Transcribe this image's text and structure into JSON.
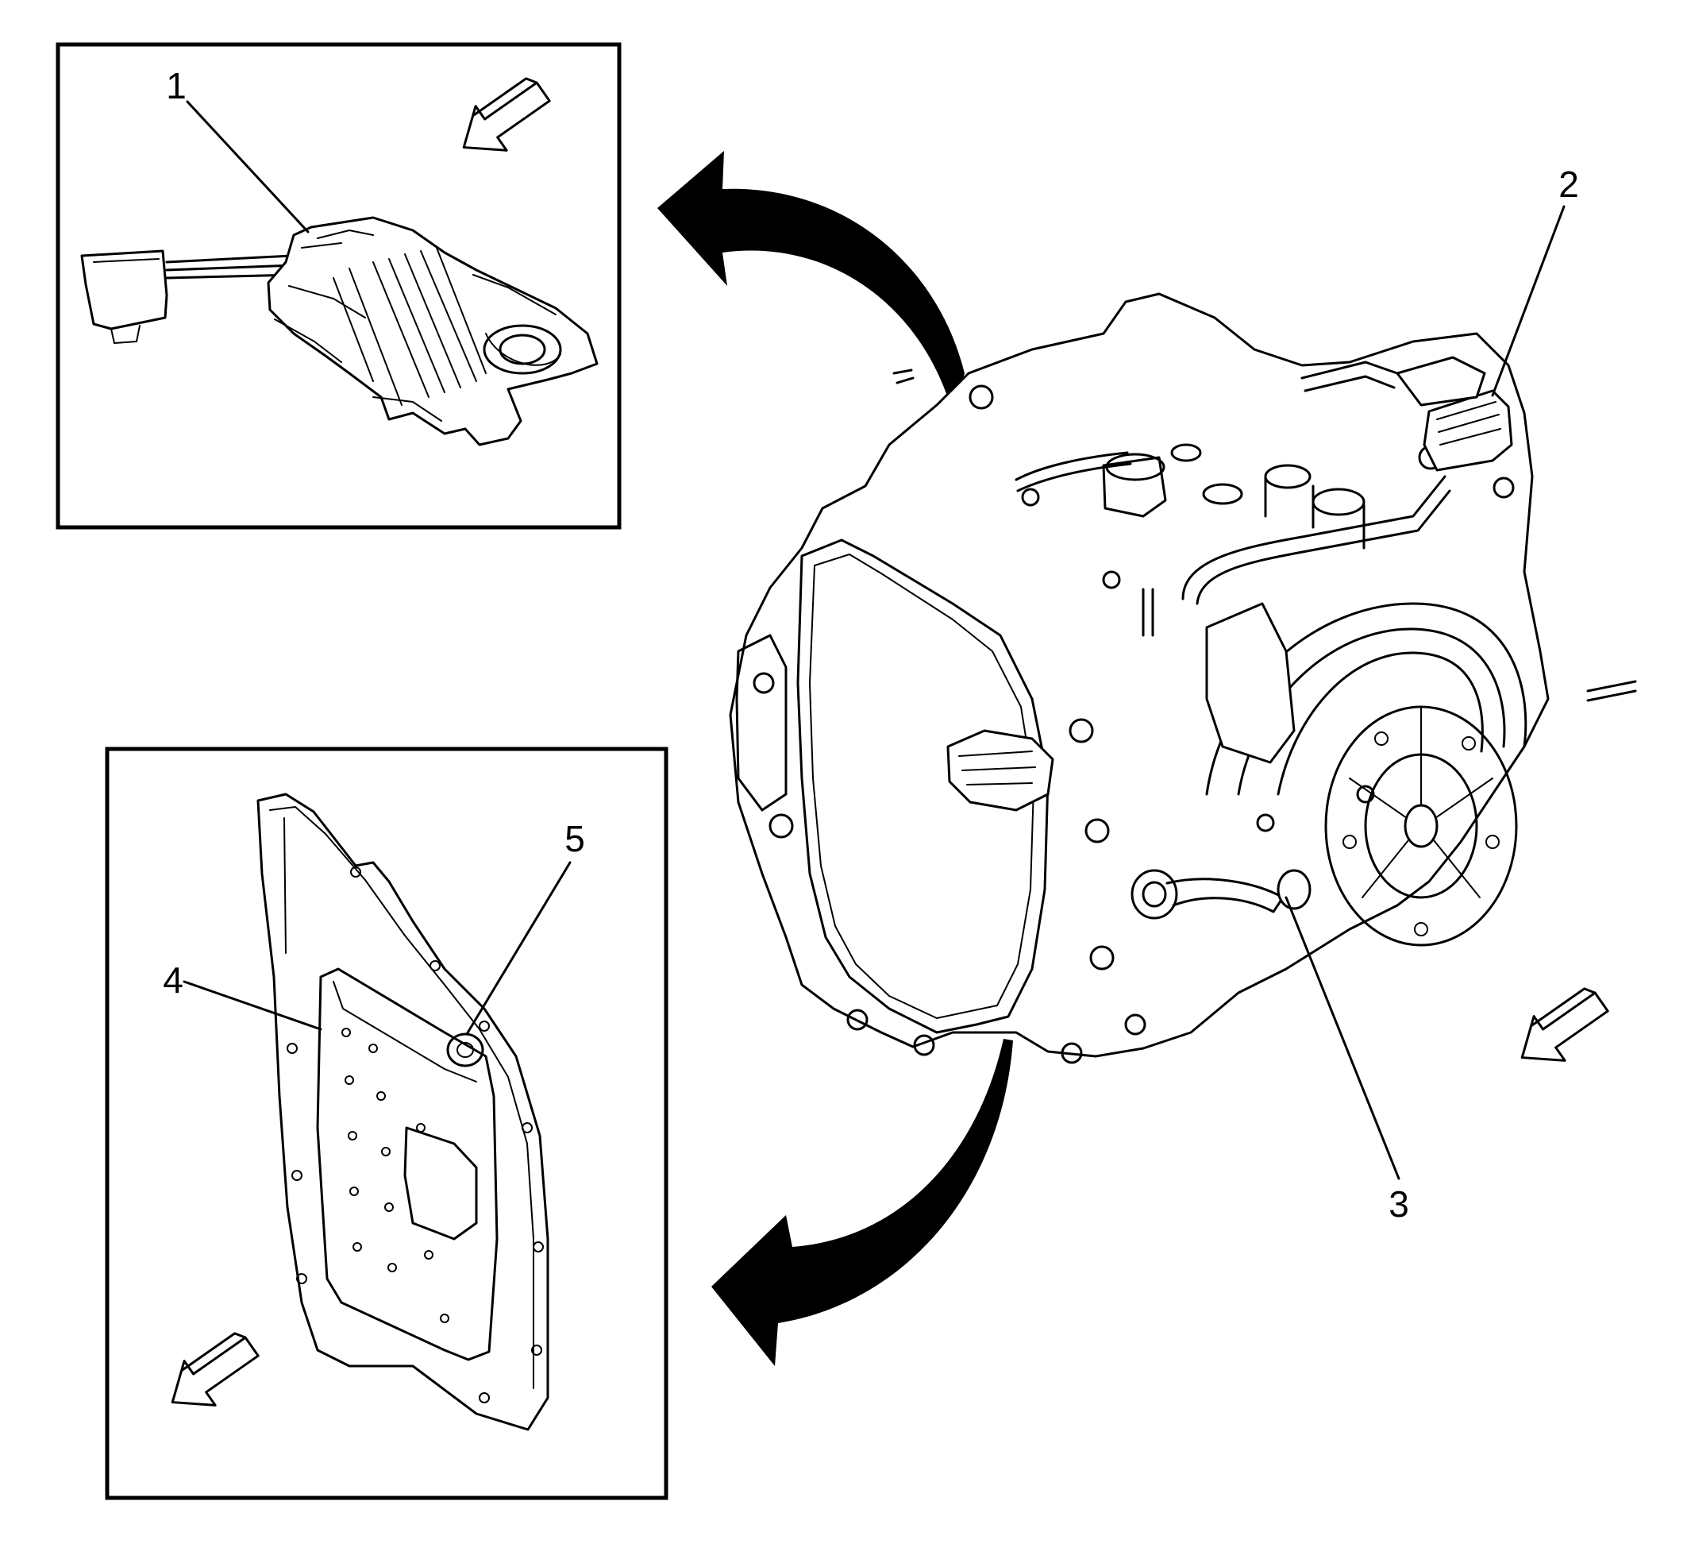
{
  "callouts": [
    {
      "id": "1",
      "label": "1"
    },
    {
      "id": "2",
      "label": "2"
    },
    {
      "id": "3",
      "label": "3"
    },
    {
      "id": "4",
      "label": "4"
    },
    {
      "id": "5",
      "label": "5"
    }
  ],
  "components": {
    "inset_top": "range-selector-switch",
    "inset_bottom": "control-valve-body",
    "main": "transmission-assembly"
  },
  "icons": [
    "direction-arrow-icon",
    "curved-arrow-icon"
  ],
  "colors": {
    "line": "#000000",
    "background": "#ffffff"
  }
}
